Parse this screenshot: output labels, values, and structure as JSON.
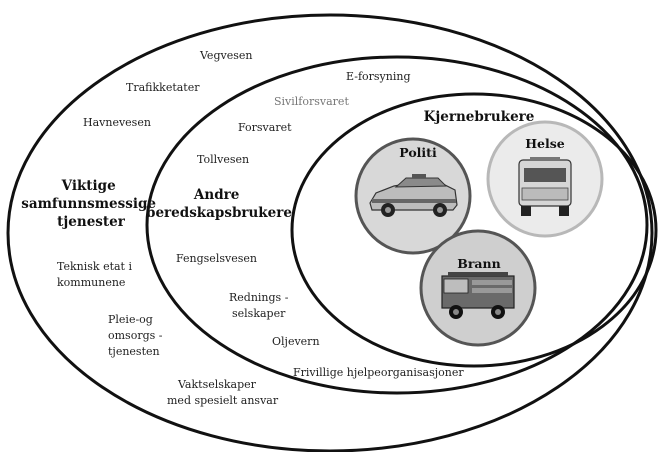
{
  "groups": {
    "outer": {
      "title_lines": [
        "Viktige",
        "samfunnsmessige",
        "tjenester"
      ]
    },
    "middle": {
      "title_lines": [
        "Andre",
        "beredskapsbrukere"
      ]
    },
    "core": {
      "title": "Kjernebrukere"
    }
  },
  "services": {
    "politi": "Politi",
    "helse": "Helse",
    "brann": "Brann"
  },
  "outer_items": {
    "vegvesen": "Vegvesen",
    "trafikketater": "Trafikketater",
    "havnevesen": "Havnevesen",
    "teknisk_etat": [
      "Teknisk etat i",
      "kommunene"
    ],
    "pleie": [
      "Pleie-og",
      "omsorgs -",
      "tjenesten"
    ],
    "vaktselskaper": [
      "Vaktselskaper",
      "med spesielt ansvar"
    ]
  },
  "middle_items": {
    "eforsyning": "E-forsyning",
    "sivilforsvaret": "Sivilforsvaret",
    "forsvaret": "Forsvaret",
    "tollvesen": "Tollvesen",
    "fengselsvesen": "Fengselsvesen",
    "redning": [
      "Rednings -",
      "selskaper"
    ],
    "oljevern": "Oljevern",
    "frivillige": "Frivillige hjelpeorganisasjoner"
  },
  "colors": {
    "ring": "#111111",
    "helse_ring": "#b8b8b8",
    "politi_fill": "#d8d8d8",
    "helse_fill": "#ebebeb",
    "brann_fill": "#cfcfcf"
  }
}
